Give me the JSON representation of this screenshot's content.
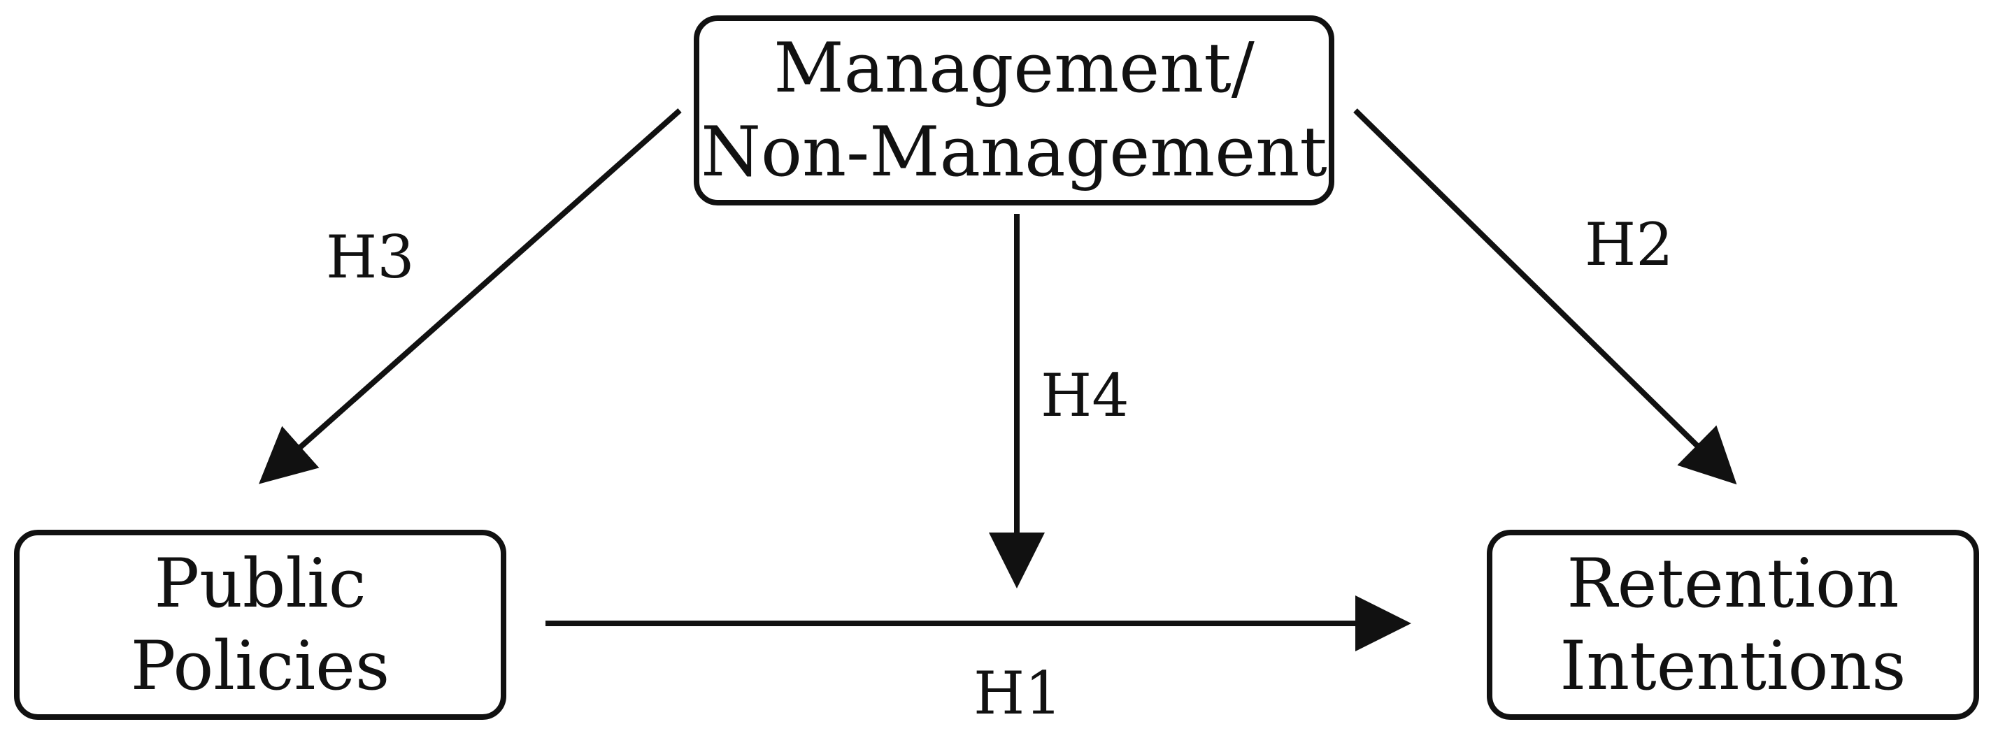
{
  "nodes": {
    "management": {
      "line1": "Management/",
      "line2": "Non-Management"
    },
    "public_policies": {
      "line1": "Public",
      "line2": "Policies"
    },
    "retention": {
      "line1": "Retention",
      "line2": "Intentions"
    }
  },
  "hypotheses": {
    "h1": "H1",
    "h2": "H2",
    "h3": "H3",
    "h4": "H4"
  },
  "edges": [
    {
      "from": "management",
      "to": "public_policies",
      "label": "H3"
    },
    {
      "from": "management",
      "to": "retention",
      "label": "H2"
    },
    {
      "from": "management",
      "to": "h1-path",
      "label": "H4"
    },
    {
      "from": "public_policies",
      "to": "retention",
      "label": "H1"
    }
  ],
  "colors": {
    "stroke": "#111111",
    "background": "#ffffff"
  }
}
